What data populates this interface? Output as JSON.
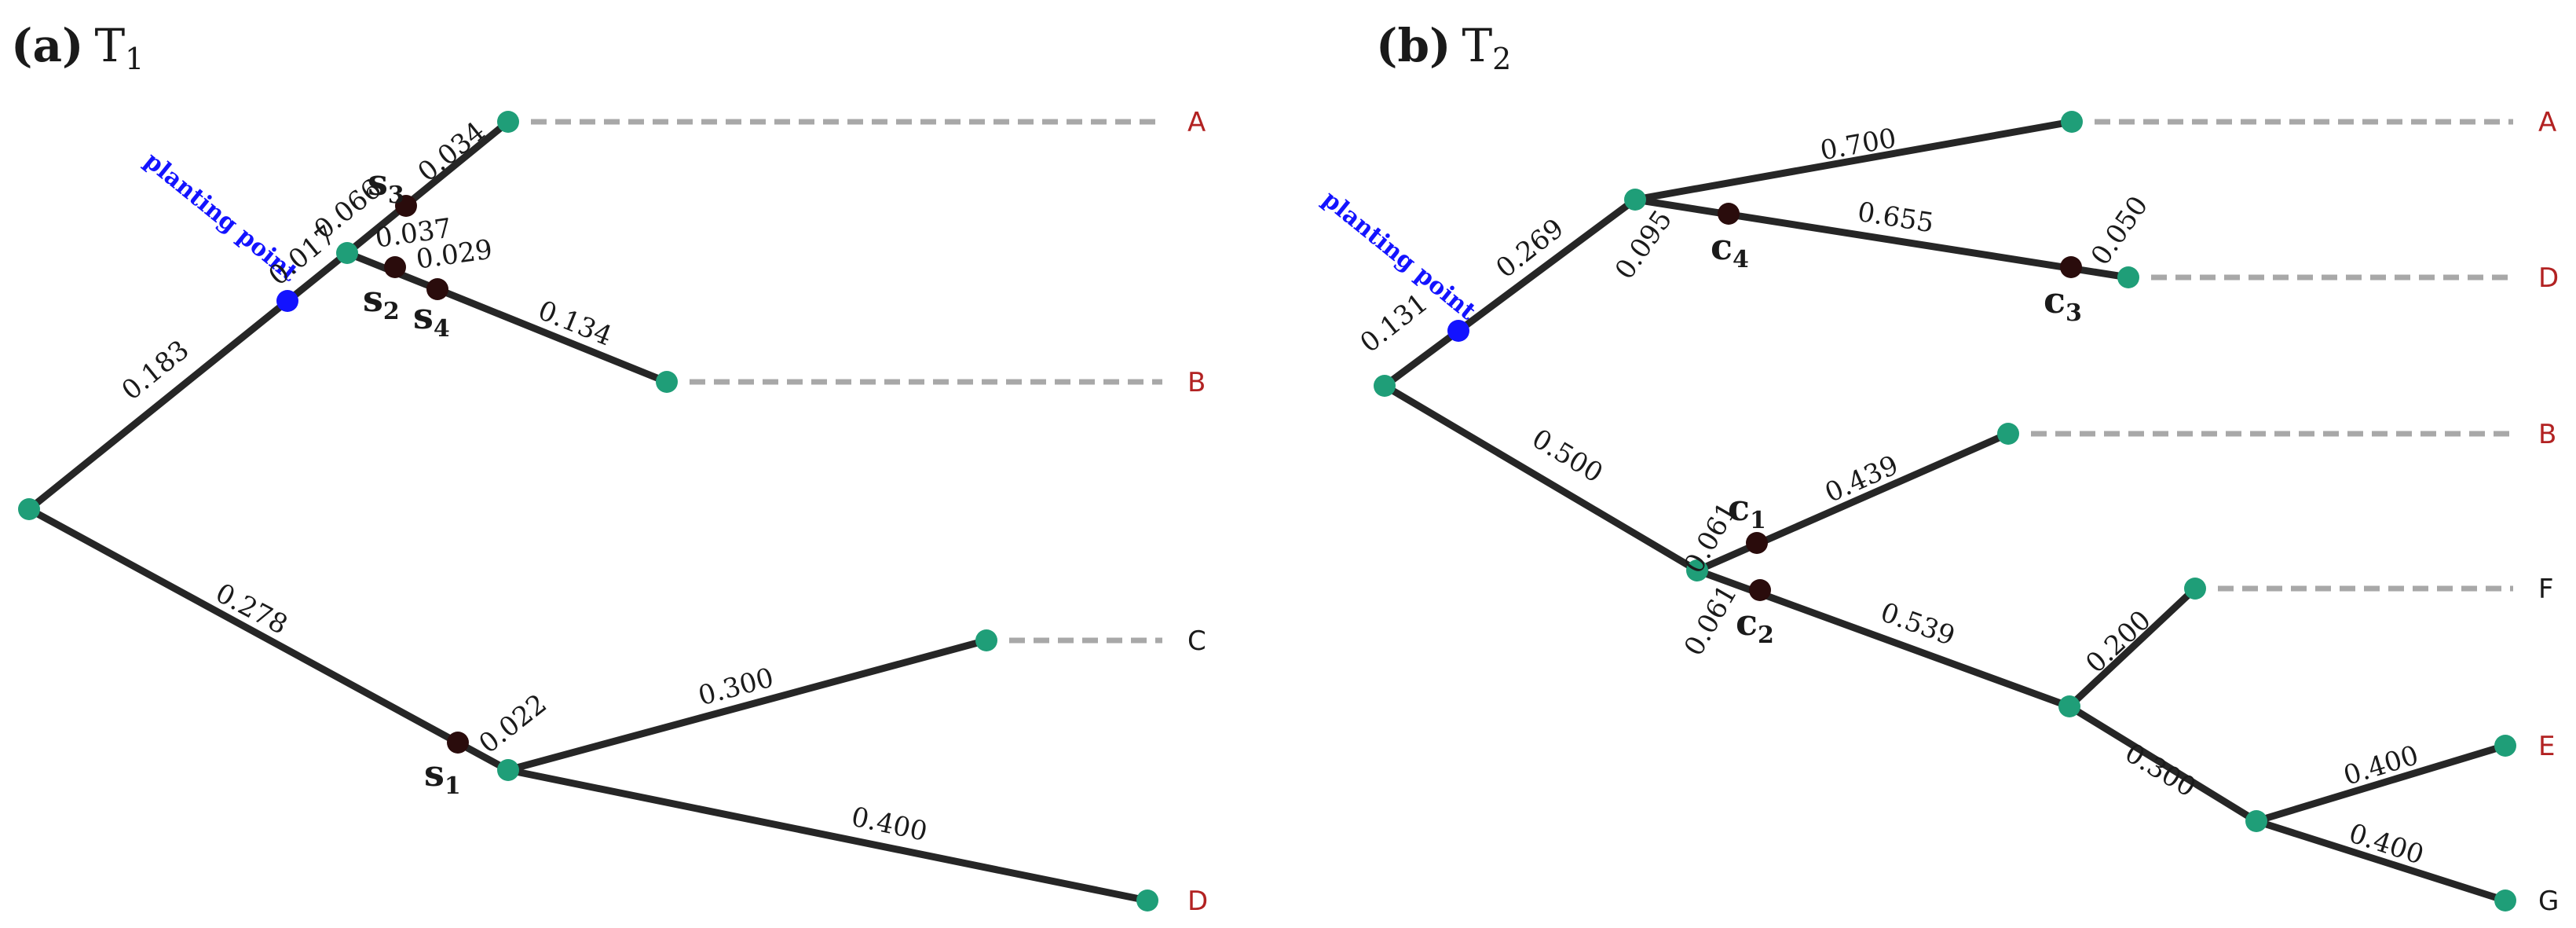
{
  "panels": [
    {
      "letter": "(a)",
      "tree_main": "T",
      "tree_sub": "1",
      "planting_label": "planting point",
      "edge_labels": [
        "0.183",
        "0.017",
        "0.066",
        "0.034",
        "0.037",
        "0.029",
        "0.134",
        "0.278",
        "0.022",
        "0.300",
        "0.400"
      ],
      "cuts": [
        {
          "main": "s",
          "sub": "3"
        },
        {
          "main": "s",
          "sub": "2"
        },
        {
          "main": "s",
          "sub": "4"
        },
        {
          "main": "s",
          "sub": "1"
        }
      ],
      "leaves": [
        {
          "label": "A",
          "color": "#b22222"
        },
        {
          "label": "B",
          "color": "#b22222"
        },
        {
          "label": "C",
          "color": "#1a1a1a"
        },
        {
          "label": "D",
          "color": "#b22222"
        }
      ]
    },
    {
      "letter": "(b)",
      "tree_main": "T",
      "tree_sub": "2",
      "planting_label": "planting point",
      "edge_labels": [
        "0.131",
        "0.269",
        "0.700",
        "0.095",
        "0.655",
        "0.050",
        "0.500",
        "0.061",
        "0.439",
        "0.061",
        "0.539",
        "0.200",
        "0.300",
        "0.400",
        "0.400"
      ],
      "cuts": [
        {
          "main": "c",
          "sub": "4"
        },
        {
          "main": "c",
          "sub": "3"
        },
        {
          "main": "c",
          "sub": "1"
        },
        {
          "main": "c",
          "sub": "2"
        }
      ],
      "leaves": [
        {
          "label": "A",
          "color": "#b22222"
        },
        {
          "label": "D",
          "color": "#b22222"
        },
        {
          "label": "B",
          "color": "#b22222"
        },
        {
          "label": "F",
          "color": "#1a1a1a"
        },
        {
          "label": "E",
          "color": "#b22222"
        },
        {
          "label": "G",
          "color": "#1a1a1a"
        }
      ]
    }
  ],
  "colors": {
    "edge": "#262626",
    "dashed": "#a8a8a8",
    "tree_node": "#1f9e78",
    "cut_point": "#2a0c0c",
    "planting_point": "#1313ff",
    "leaf_red": "#b22222",
    "leaf_black": "#1a1a1a"
  }
}
